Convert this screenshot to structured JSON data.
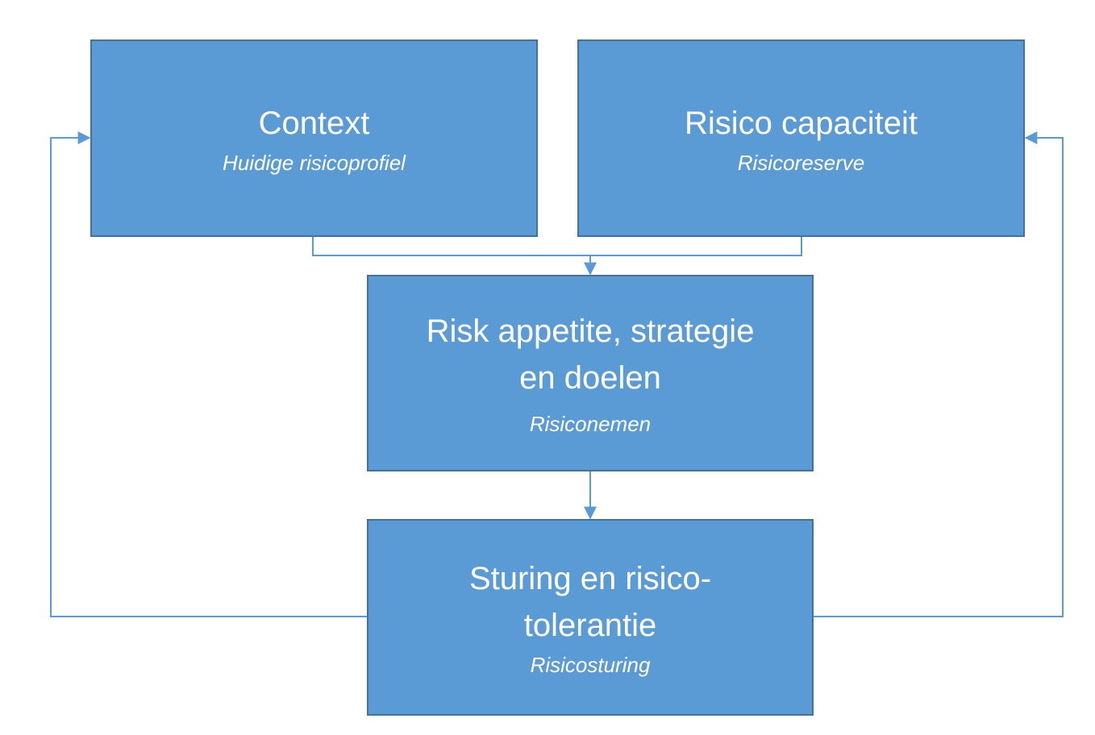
{
  "colors": {
    "box_fill": "#5b9bd5",
    "box_border": "#41719c",
    "text": "#ffffff",
    "connector": "#5b9bd5"
  },
  "boxes": {
    "context": {
      "title": "Context",
      "subtitle": "Huidige risicoprofiel"
    },
    "capacity": {
      "title": "Risico capaciteit",
      "subtitle": "Risicoreserve"
    },
    "appetite": {
      "title_line1": "Risk appetite, strategie",
      "title_line2": "en doelen",
      "subtitle": "Risiconemen"
    },
    "steering": {
      "title_line1": "Sturing en risico-",
      "title_line2": "tolerantie",
      "subtitle": "Risicosturing"
    }
  }
}
